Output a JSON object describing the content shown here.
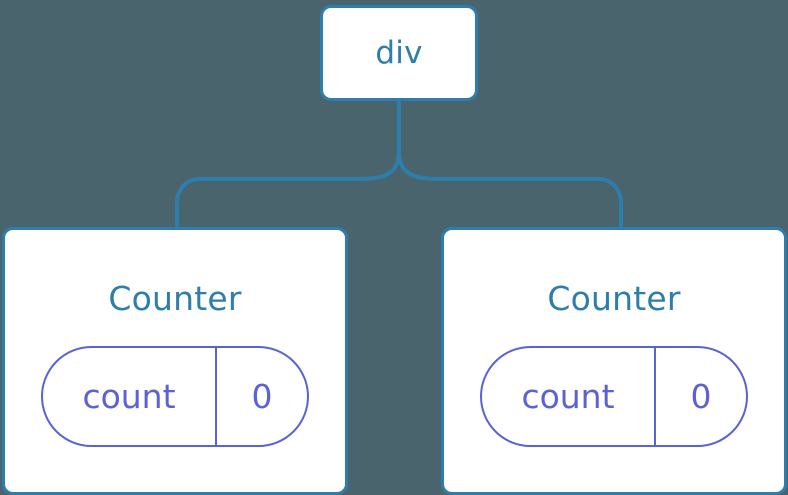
{
  "diagram": {
    "type": "component-tree",
    "background_color": "#4a646d",
    "node_border_color": "#2d7eac",
    "node_title_color": "#2d7eac",
    "node_fill_color": "#ffffff",
    "state_pill_color": "#5b62d6",
    "connector_color": "#2d7eac",
    "root": {
      "label": "div"
    },
    "children": [
      {
        "label": "Counter",
        "state": {
          "key": "count",
          "value": "0"
        }
      },
      {
        "label": "Counter",
        "state": {
          "key": "count",
          "value": "0"
        }
      }
    ]
  }
}
